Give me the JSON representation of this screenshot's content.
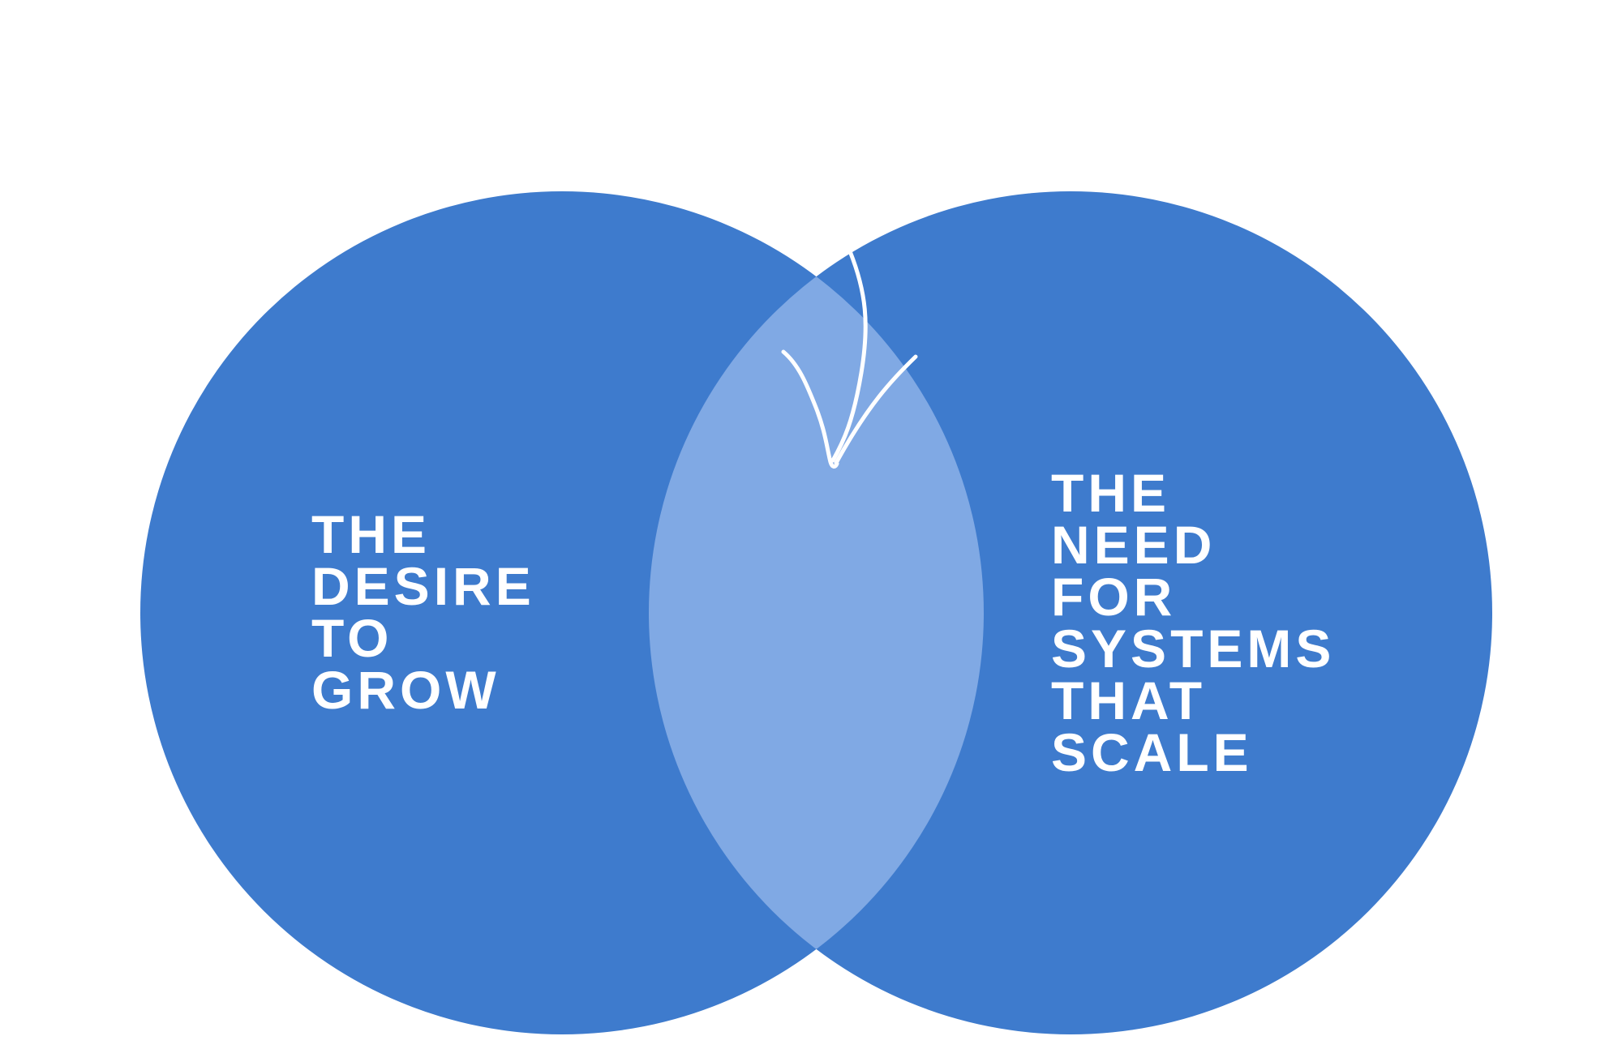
{
  "diagram": {
    "type": "venn",
    "colors": {
      "circle": "#3e7bcd",
      "overlap": "#80a9e4",
      "text": "#ffffff",
      "background": "#ffffff"
    },
    "left_circle": {
      "lines": [
        "THE",
        "DESIRE",
        "TO",
        "GROW"
      ]
    },
    "right_circle": {
      "lines": [
        "THE",
        "NEED",
        "FOR",
        "SYSTEMS",
        "THAT",
        "SCALE"
      ]
    },
    "arrow": {
      "icon": "hand-drawn-arrow-down",
      "points_to": "overlap"
    }
  }
}
